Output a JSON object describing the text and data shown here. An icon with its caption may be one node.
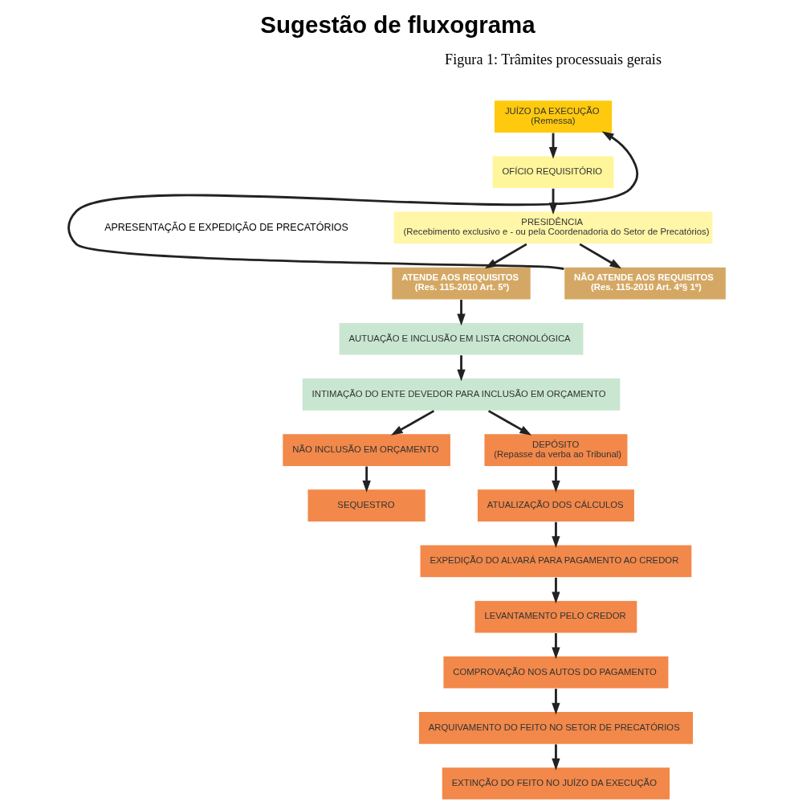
{
  "diagram": {
    "title": "Sugestão de fluxograma",
    "caption": "Figura 1: Trâmites processuais gerais",
    "nodes": [
      {
        "text": [
          "JUÍZO DA EXECUÇÃO",
          "(Remessa)"
        ]
      },
      {
        "text": [
          "OFÍCIO REQUISITÓRIO"
        ]
      },
      {
        "text": [
          "PRESIDÊNCIA",
          "(Recebimento exclusivo e - ou pela Coordenadoria do Setor de Precatórios)"
        ]
      },
      {
        "text": [
          "ATENDE AOS REQUISITOS",
          "(Res. 115-2010 Art. 5º)"
        ]
      },
      {
        "text": [
          "NÃO ATENDE AOS REQUISITOS",
          "(Res. 115-2010 Art. 4º§ 1º)"
        ]
      },
      {
        "text": [
          "AUTUAÇÃO E INCLUSÃO EM LISTA CRONOLÓGICA"
        ]
      },
      {
        "text": [
          "INTIMAÇÃO DO ENTE DEVEDOR PARA INCLUSÃO EM ORÇAMENTO"
        ]
      },
      {
        "text": [
          "NÃO INCLUSÃO EM ORÇAMENTO"
        ]
      },
      {
        "text": [
          "SEQUESTRO"
        ]
      },
      {
        "text": [
          "DEPÓSITO",
          "(Repasse da verba ao Tribunal)"
        ]
      },
      {
        "text": [
          "ATUALIZAÇÃO DOS CÁLCULOS"
        ]
      },
      {
        "text": [
          "EXPEDIÇÃO DO ALVARÁ PARA PAGAMENTO AO CREDOR"
        ]
      },
      {
        "text": [
          "LEVANTAMENTO PELO CREDOR"
        ]
      },
      {
        "text": [
          "COMPROVAÇÃO NOS AUTOS DO PAGAMENTO"
        ]
      },
      {
        "text": [
          "ARQUIVAMENTO DO FEITO NO SETOR DE PRECATÓRIOS"
        ]
      },
      {
        "text": [
          "EXTINÇÃO DO FEITO NO JUÍZO DA EXECUÇÃO"
        ]
      }
    ],
    "edges": [
      {
        "from": 0,
        "to": 1,
        "arrow": "to"
      },
      {
        "from": 1,
        "to": 2,
        "arrow": "to"
      },
      {
        "from": 2,
        "to": 3,
        "arrow": "to"
      },
      {
        "from": 2,
        "to": 4,
        "arrow": "to"
      },
      {
        "from": 4,
        "to": 0,
        "arrow": "to"
      },
      {
        "from": 3,
        "to": 5,
        "arrow": "to"
      },
      {
        "from": 5,
        "to": 6,
        "arrow": "to"
      },
      {
        "from": 6,
        "to": 7,
        "arrow": "to"
      },
      {
        "from": 6,
        "to": 9,
        "arrow": "to"
      },
      {
        "from": 7,
        "to": 8,
        "arrow": "to"
      },
      {
        "from": 9,
        "to": 10,
        "arrow": "to"
      },
      {
        "from": 10,
        "to": 11,
        "arrow": "to"
      },
      {
        "from": 11,
        "to": 12,
        "arrow": "to"
      },
      {
        "from": 12,
        "to": 13,
        "arrow": "to"
      },
      {
        "from": 13,
        "to": 14,
        "arrow": "to"
      },
      {
        "from": 14,
        "to": 15,
        "arrow": "to"
      }
    ],
    "labels": [
      "APRESENTAÇÃO E EXPEDIÇÃO DE PRECATÓRIOS"
    ]
  }
}
